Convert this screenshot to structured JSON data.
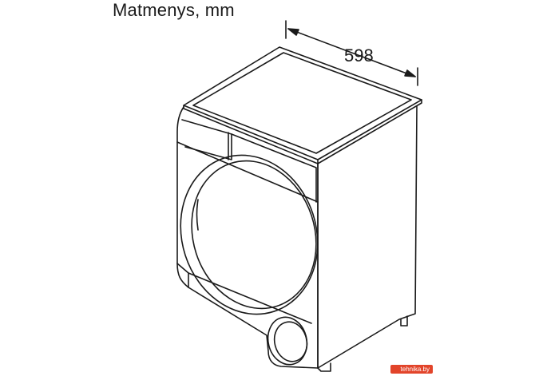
{
  "diagram": {
    "title": "Matmenys, mm",
    "width_dimension": "598"
  },
  "watermark": {
    "text": "tehnika.by"
  },
  "colors": {
    "line": "#1a1a1a",
    "watermark_accent": "#e2442a"
  }
}
